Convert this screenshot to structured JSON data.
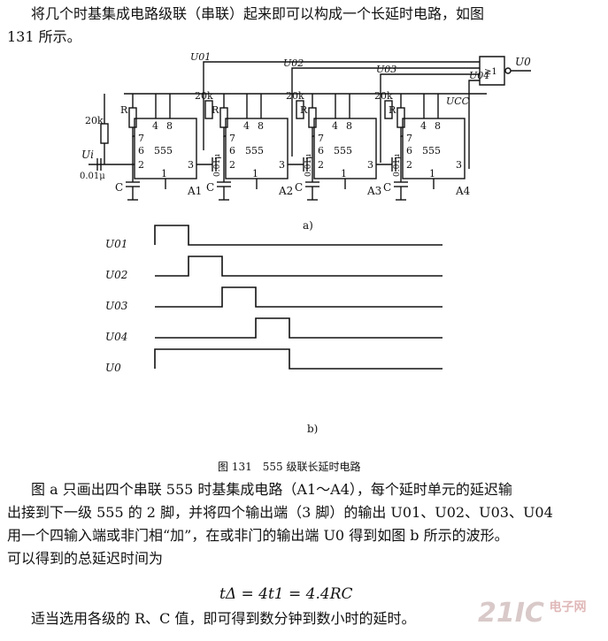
{
  "intro_line1": "将几个时基集成电路级联（串联）起来即可以构成一个长延时电路，如图",
  "intro_line2": "131 所示。",
  "fig_a": {
    "label": "a)",
    "gate_symbol": "≥1",
    "pins": [
      "4",
      "8",
      "7",
      "6",
      "555",
      "2",
      "3",
      "1"
    ],
    "resistor_R": "R",
    "resistor_20k": "20k",
    "cap_C": "C",
    "cap_001": "0.01μ",
    "chips": [
      "A1",
      "A2",
      "A3",
      "A4"
    ],
    "out_labels": [
      "U01",
      "U02",
      "U03",
      "U04"
    ],
    "uo": "U0",
    "ui": "Ui",
    "ucc": "UCC"
  },
  "fig_b": {
    "label": "b)",
    "signals": [
      {
        "name": "U01",
        "high": [
          [
            0,
            1
          ]
        ]
      },
      {
        "name": "U02",
        "high": [
          [
            1,
            2
          ]
        ]
      },
      {
        "name": "U03",
        "high": [
          [
            2,
            3
          ]
        ]
      },
      {
        "name": "U04",
        "high": [
          [
            3,
            4
          ]
        ]
      },
      {
        "name": "U0",
        "high": [
          [
            0,
            4
          ]
        ]
      }
    ]
  },
  "caption": "图 131　555 级联长延时电路",
  "para_line1": "图 a 只画出四个串联 555 时基集成电路（A1～A4），每个延时单元的延迟输",
  "para_line2": "出接到下一级 555 的 2 脚，并将四个输出端（3 脚）的输出 U01、U02、U03、U04",
  "para_line3": "用一个四输入端或非门相“加”，在或非门的输出端 U0 得到如图 b 所示的波形。",
  "para_line4": "可以得到的总延迟时间为",
  "formula": "tΔ = 4t1 = 4.4RC",
  "para_line5": "适当选用各级的 R、C 值，即可得到数分钟到数小时的延时。",
  "watermark": {
    "brand": "21IC",
    "sub": "电子网"
  }
}
